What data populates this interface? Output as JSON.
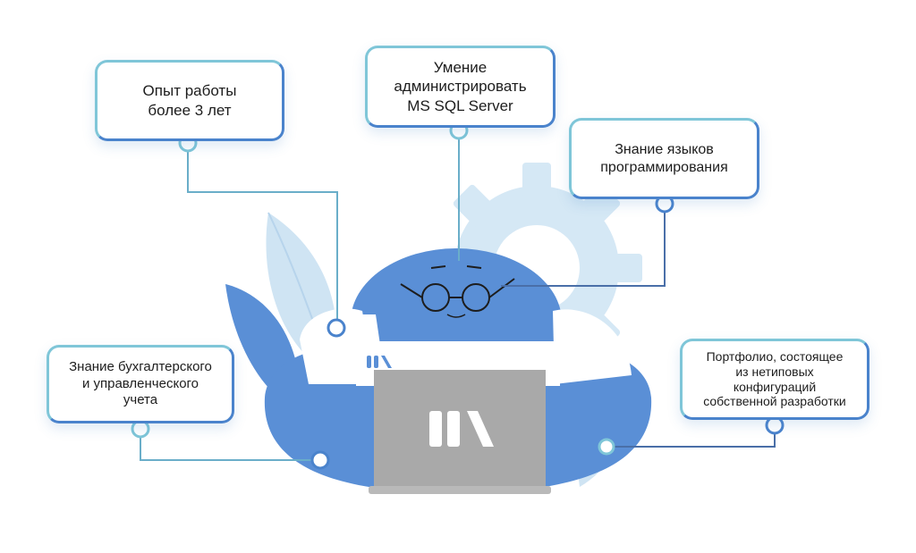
{
  "cards": {
    "experience": "Опыт работы\nболее 3 лет",
    "sql": "Умение\nадминистрировать\nMS SQL Server",
    "languages": "Знание языков\nпрограммирования",
    "accounting": "Знание бухгалтерского\nи управленческого\nучета",
    "portfolio": "Портфолио, состоящее\nиз нетиповых\nконфигураций\nсобственной разработки"
  },
  "colors": {
    "border_blue": "#4a83cc",
    "border_teal": "#7fc6d8",
    "character_blue": "#5a8fd6",
    "leaf_light": "#cfe4f3",
    "laptop_grey": "#a9a9a9"
  },
  "icons": [
    "gear-icon",
    "leaf-icon",
    "laptop-icon",
    "logo-icon",
    "glasses-icon"
  ]
}
